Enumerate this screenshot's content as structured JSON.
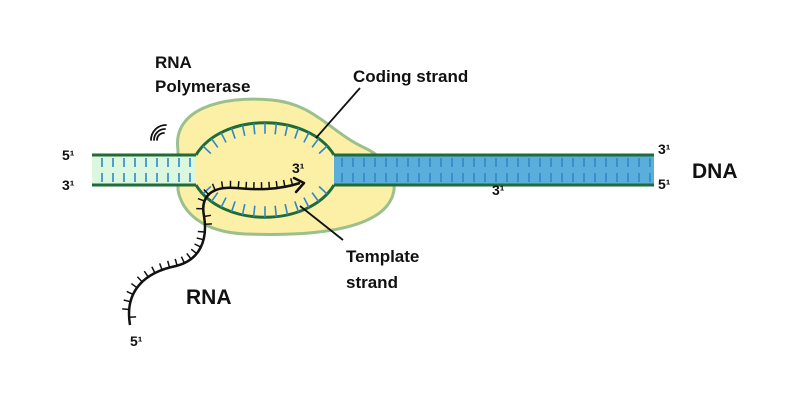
{
  "labels": {
    "rna_polymerase_line1": "RNA",
    "rna_polymerase_line2": "Polymerase",
    "coding_strand": "Coding strand",
    "template_strand_line1": "Template",
    "template_strand_line2": "strand",
    "dna": "DNA",
    "rna": "RNA",
    "left_top_end": "5¹",
    "left_bottom_end": "3¹",
    "right_top_end": "3¹",
    "right_bottom_end": "5¹",
    "rna_growing_end": "3¹",
    "rna_start_end": "5¹",
    "template_mid_end": "3¹"
  },
  "colors": {
    "polymerase_fill": "#fbf0a6",
    "polymerase_stroke": "#9cc08c",
    "strand_dark_green": "#1f6b3a",
    "base_pair_blue": "#2f88c5",
    "left_duplex_fill": "#dcf7df",
    "right_duplex_fill": "#5aaedc",
    "rna_black": "#111111"
  },
  "icons": {
    "motion": "motion-arcs-icon",
    "arrow": "arrowhead-icon"
  }
}
